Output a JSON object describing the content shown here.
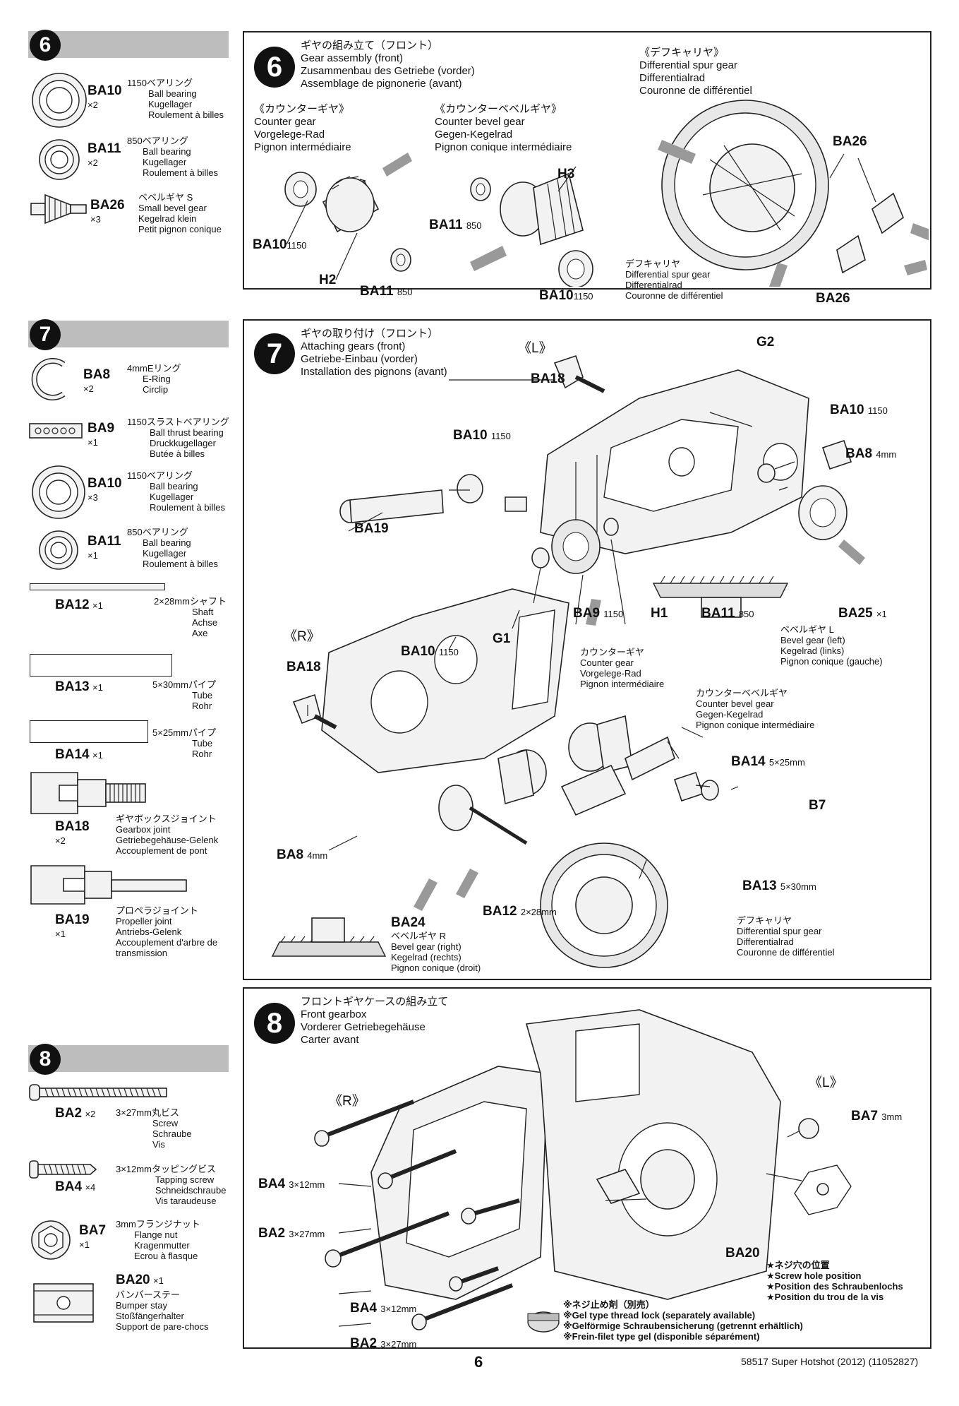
{
  "page_number": "6",
  "footer": "58517 Super Hotshot (2012) (11052827)",
  "left": {
    "step6": {
      "num": "6",
      "parts": [
        {
          "code": "BA10",
          "qty": "×2",
          "jp": "1150ベアリング",
          "names": [
            "Ball bearing",
            "Kugellager",
            "Roulement à billes"
          ]
        },
        {
          "code": "BA11",
          "qty": "×2",
          "jp": "850ベアリング",
          "names": [
            "Ball bearing",
            "Kugellager",
            "Roulement à billes"
          ]
        },
        {
          "code": "BA26",
          "qty": "×3",
          "jp": "ベベルギヤ S",
          "names": [
            "Small bevel gear",
            "Kegelrad klein",
            "Petit pignon conique"
          ]
        }
      ]
    },
    "step7": {
      "num": "7",
      "parts": [
        {
          "code": "BA8",
          "qty": "×2",
          "jp": "4mmEリング",
          "names": [
            "E-Ring",
            "Circlip"
          ]
        },
        {
          "code": "BA9",
          "qty": "×1",
          "jp": "1150スラストベアリング",
          "names": [
            "Ball thrust bearing",
            "Druckkugellager",
            "Butée à billes"
          ]
        },
        {
          "code": "BA10",
          "qty": "×3",
          "jp": "1150ベアリング",
          "names": [
            "Ball bearing",
            "Kugellager",
            "Roulement à billes"
          ]
        },
        {
          "code": "BA11",
          "qty": "×1",
          "jp": "850ベアリング",
          "names": [
            "Ball bearing",
            "Kugellager",
            "Roulement à billes"
          ]
        },
        {
          "code": "BA12",
          "qty": "×1",
          "jp": "2×28mmシャフト",
          "names": [
            "Shaft",
            "Achse",
            "Axe"
          ]
        },
        {
          "code": "BA13",
          "qty": "×1",
          "jp": "5×30mmパイプ",
          "names": [
            "Tube",
            "Rohr"
          ]
        },
        {
          "code": "BA14",
          "qty": "×1",
          "jp": "5×25mmパイプ",
          "names": [
            "Tube",
            "Rohr"
          ]
        },
        {
          "code": "BA18",
          "qty": "×2",
          "jp": "ギヤボックスジョイント",
          "names": [
            "Gearbox joint",
            "Getriebegehäuse-Gelenk",
            "Accouplement de pont"
          ]
        },
        {
          "code": "BA19",
          "qty": "×1",
          "jp": "プロペラジョイント",
          "names": [
            "Propeller joint",
            "Antriebs-Gelenk",
            "Accouplement d'arbre de",
            "transmission"
          ]
        }
      ]
    },
    "step8": {
      "num": "8",
      "parts": [
        {
          "code": "BA2",
          "qty": "×2",
          "jp": "3×27mm丸ビス",
          "names": [
            "Screw",
            "Schraube",
            "Vis"
          ]
        },
        {
          "code": "BA4",
          "qty": "×4",
          "jp": "3×12mmタッピングビス",
          "names": [
            "Tapping screw",
            "Schneidschraube",
            "Vis taraudeuse"
          ]
        },
        {
          "code": "BA7",
          "qty": "×1",
          "jp": "3mmフランジナット",
          "names": [
            "Flange nut",
            "Kragenmutter",
            "Ecrou à flasque"
          ]
        },
        {
          "code": "BA20",
          "qty": "×1",
          "jp": "バンパーステー",
          "names": [
            "Bumper stay",
            "Stoßfängerhalter",
            "Support de pare-chocs"
          ]
        }
      ]
    }
  },
  "panel6": {
    "num": "6",
    "title": [
      "ギヤの組み立て（フロント）",
      "Gear assembly (front)",
      "Zusammenbau des Getriebe (vorder)",
      "Assemblage de pignonerie (avant)"
    ],
    "counter_gear": [
      "《カウンターギヤ》",
      "Counter gear",
      "Vorgelege-Rad",
      "Pignon intermédiaire"
    ],
    "counter_bevel": [
      "《カウンターベベルギヤ》",
      "Counter bevel gear",
      "Gegen-Kegelrad",
      "Pignon conique intermédiaire"
    ],
    "diff_spur": [
      "《デフキャリヤ》",
      "Differential spur gear",
      "Differentialrad",
      "Couronne de différentiel"
    ],
    "diff_spur2": [
      "デフキャリヤ",
      "Differential spur gear",
      "Differentialrad",
      "Couronne de différentiel"
    ],
    "labels": {
      "ba10": "BA10",
      "ba10s": "1150",
      "h2": "H2",
      "ba11": "BA11",
      "ba11s": "850",
      "ba11b": "BA11",
      "ba11bs": "850",
      "h3": "H3",
      "ba10b": "BA10",
      "ba10bs": "1150",
      "ba26a": "BA26",
      "ba26b": "BA26"
    }
  },
  "panel7": {
    "num": "7",
    "title": [
      "ギヤの取り付け（フロント）",
      "Attaching gears (front)",
      "Getriebe-Einbau (vorder)",
      "Installation des pignons (avant)"
    ],
    "left_mark": "《L》",
    "right_mark": "《R》",
    "labels": {
      "g2": "G2",
      "ba18a": "BA18",
      "ba10a": "BA10",
      "ba10as": "1150",
      "ba10b": "BA10",
      "ba10bs": "1150",
      "ba8a": "BA8",
      "ba8as": "4mm",
      "ba19": "BA19",
      "ba9": "BA9",
      "ba9s": "1150",
      "h1": "H1",
      "ba11": "BA11",
      "ba11s": "850",
      "ba25": "BA25",
      "ba25q": "×1",
      "g1": "G1",
      "ba18b": "BA18",
      "ba10c": "BA10",
      "ba10cs": "1150",
      "ba14": "BA14",
      "ba14s": "5×25mm",
      "b7": "B7",
      "ba8b": "BA8",
      "ba8bs": "4mm",
      "ba13": "BA13",
      "ba13s": "5×30mm",
      "ba12": "BA12",
      "ba12s": "2×28mm",
      "ba24": "BA24"
    },
    "bevel_l": [
      "ベベルギヤ L",
      "Bevel gear (left)",
      "Kegelrad (links)",
      "Pignon conique (gauche)"
    ],
    "counter_gear": [
      "カウンターギヤ",
      "Counter gear",
      "Vorgelege-Rad",
      "Pignon intermédiaire"
    ],
    "counter_bevel": [
      "カウンターベベルギヤ",
      "Counter bevel gear",
      "Gegen-Kegelrad",
      "Pignon conique intermédiaire"
    ],
    "bevel_r": [
      "ベベルギヤ R",
      "Bevel gear (right)",
      "Kegelrad (rechts)",
      "Pignon conique (droit)"
    ],
    "diff_spur": [
      "デフキャリヤ",
      "Differential spur gear",
      "Differentialrad",
      "Couronne de différentiel"
    ]
  },
  "panel8": {
    "num": "8",
    "title": [
      "フロントギヤケースの組み立て",
      "Front gearbox",
      "Vorderer Getriebegehäuse",
      "Carter avant"
    ],
    "left_mark": "《L》",
    "right_mark": "《R》",
    "labels": {
      "ba7": "BA7",
      "ba7s": "3mm",
      "ba4a": "BA4",
      "ba4as": "3×12mm",
      "ba2a": "BA2",
      "ba2as": "3×27mm",
      "ba20": "BA20",
      "ba4b": "BA4",
      "ba4bs": "3×12mm",
      "ba2b": "BA2",
      "ba2bs": "3×27mm"
    },
    "screw_hole": [
      "★ネジ穴の位置",
      "★Screw hole position",
      "★Position des Schraubenlochs",
      "★Position du trou de la vis"
    ],
    "thread_lock": [
      "※ネジ止め剤（別売）",
      "※Gel type thread lock (separately available)",
      "※Gelförmige Schraubensicherung (getrennt erhältlich)",
      "※Frein-filet type gel (disponible séparément)"
    ]
  }
}
